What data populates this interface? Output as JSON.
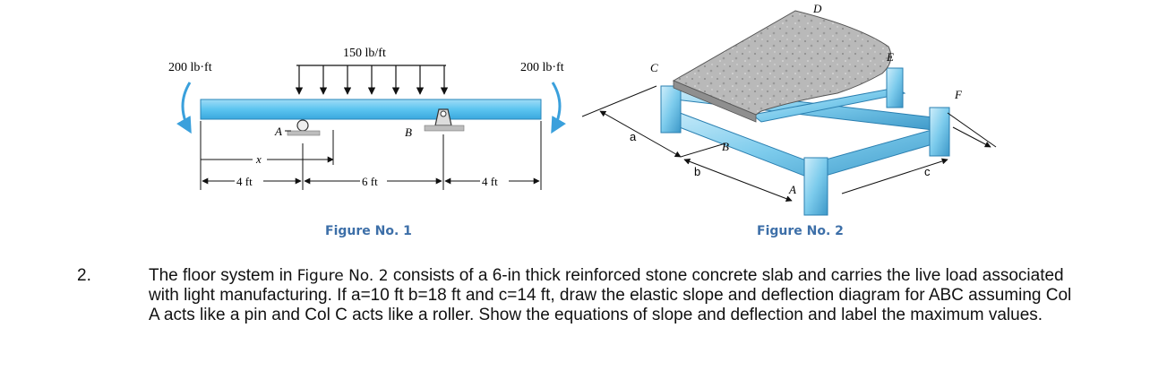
{
  "figure1": {
    "left_moment": "200 lb·ft",
    "distributed_load": "150 lb/ft",
    "right_moment": "200 lb·ft",
    "support_a": "A",
    "support_b": "B",
    "x_label": "x",
    "dims": [
      "4 ft",
      "6 ft",
      "4 ft"
    ],
    "caption": "Figure No. 1"
  },
  "figure2": {
    "labels": {
      "D": "D",
      "C": "C",
      "E": "E",
      "F": "F",
      "B": "B",
      "A": "A",
      "a": "a",
      "b": "b",
      "c": "c"
    },
    "caption": "Figure No. 2"
  },
  "question": {
    "number": "2.",
    "text_pre": "The floor system in ",
    "figure_ref": "Figure No. 2",
    "text_post": " consists of a 6-in thick reinforced stone concrete slab and carries the live load associated with light manufacturing.  If a=10 ft b=18 ft and c=14 ft, draw the elastic slope and deflection diagram for ABC assuming Col A acts like a pin and Col C acts like a roller.  Show the equations of slope and deflection and label the maximum values."
  },
  "colors": {
    "beam": "#5cc4f0",
    "arrow": "#3aa0dc",
    "caption": "#3d6fa8"
  }
}
